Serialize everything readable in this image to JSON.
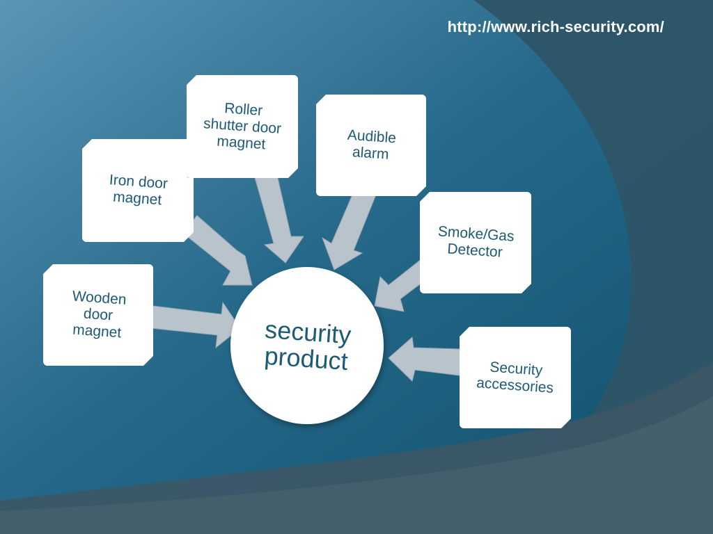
{
  "header": {
    "url": "http://www.rich-security.com/"
  },
  "diagram": {
    "center": "security\nproduct",
    "nodes": [
      {
        "id": "wooden-door-magnet",
        "label": "Wooden\ndoor\nmagnet"
      },
      {
        "id": "iron-door-magnet",
        "label": "Iron door\nmagnet"
      },
      {
        "id": "roller-shutter-door-magnet",
        "label": "Roller\nshutter door\nmagnet"
      },
      {
        "id": "audible-alarm",
        "label": "Audible\nalarm"
      },
      {
        "id": "smoke-gas-detector",
        "label": "Smoke/Gas\nDetector"
      },
      {
        "id": "security-accessories",
        "label": "Security\naccessories"
      }
    ]
  },
  "colors": {
    "background_main": "#1d5f7d",
    "background_light": "#4b8aab",
    "background_dark": "#2c4f60",
    "text": "#1c5a75",
    "arrow": "#b8c3cc"
  }
}
